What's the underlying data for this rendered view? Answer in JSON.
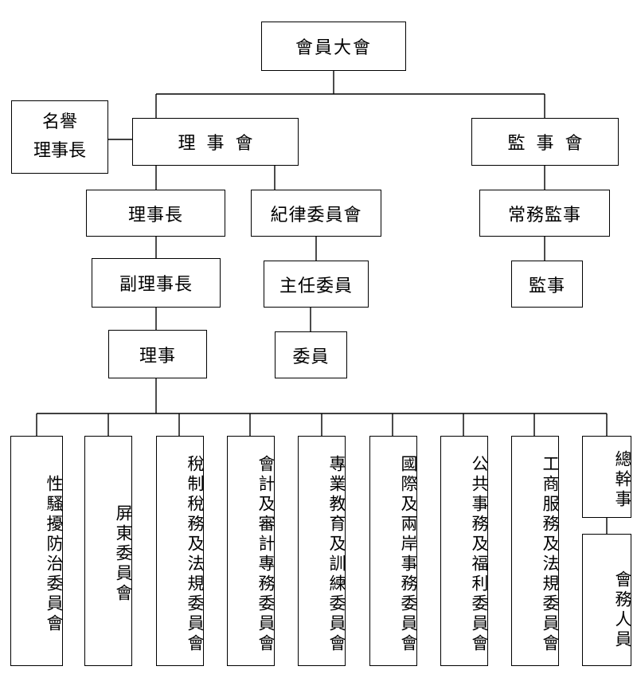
{
  "chart": {
    "assembly": "會員大會",
    "honorary_chairman": "名譽\n理事長",
    "board": "理事會",
    "supervisory_board": "監事會",
    "chairman": "理事長",
    "discipline_committee": "紀律委員會",
    "standing_supervisor": "常務監事",
    "vice_chairman": "副理事長",
    "chief_commissioner": "主任委員",
    "supervisor": "監事",
    "director": "理事",
    "commissioner": "委員",
    "committees": [
      "性騷擾防治委員會",
      "屏東委員會",
      "稅制稅務及法規委員會",
      "會計及審計專務委員會",
      "專業教育及訓練委員會",
      "國際及兩岸事務委員會",
      "公共事務及福利委員會",
      "工商服務及法規委員會"
    ],
    "secretary_general": "總幹事",
    "staff": "會務人員"
  }
}
